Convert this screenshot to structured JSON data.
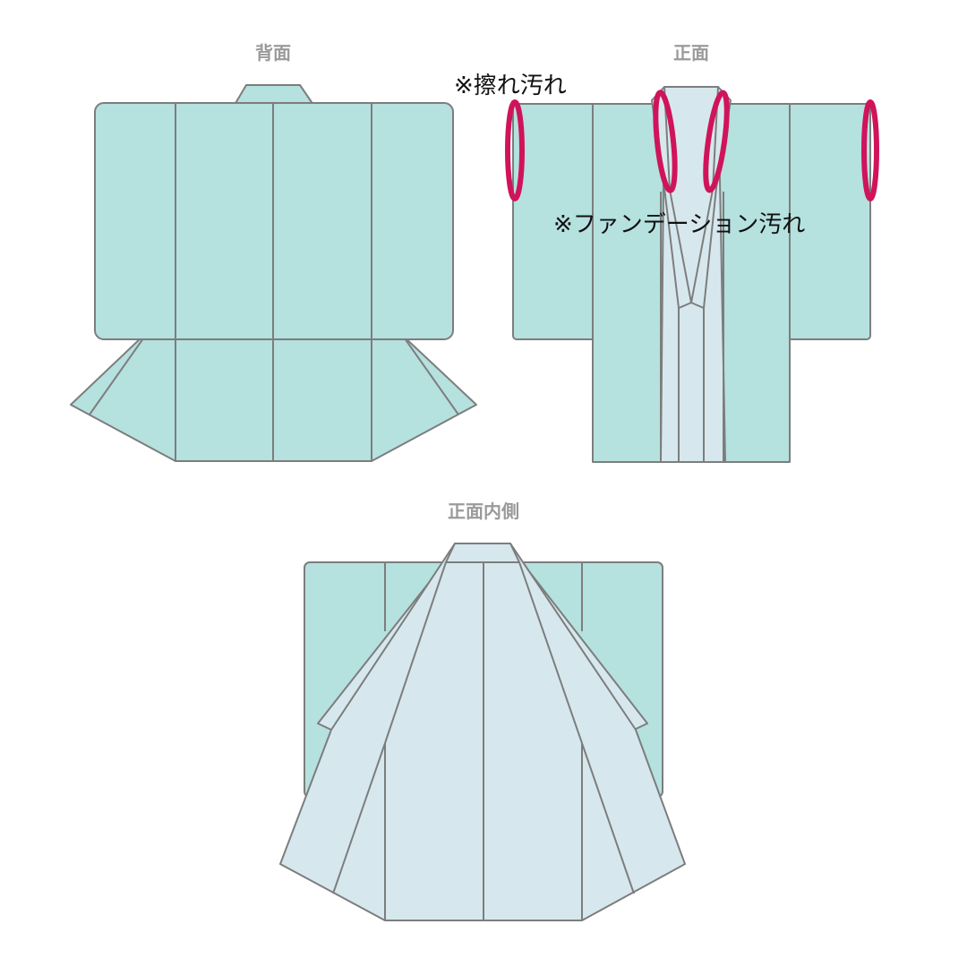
{
  "views": {
    "back_title": "背面",
    "front_title": "正面",
    "inside_title": "正面内側"
  },
  "annotations": {
    "abrasion": "※擦れ汚れ",
    "foundation": "※ファンデーション汚れ"
  },
  "colors": {
    "outer_fabric": "#b5e1df",
    "lining_fabric": "#d6e8ee",
    "outline": "#7d7d7d",
    "stain_marker": "#d0135a",
    "title_text": "#9a9a9a"
  }
}
